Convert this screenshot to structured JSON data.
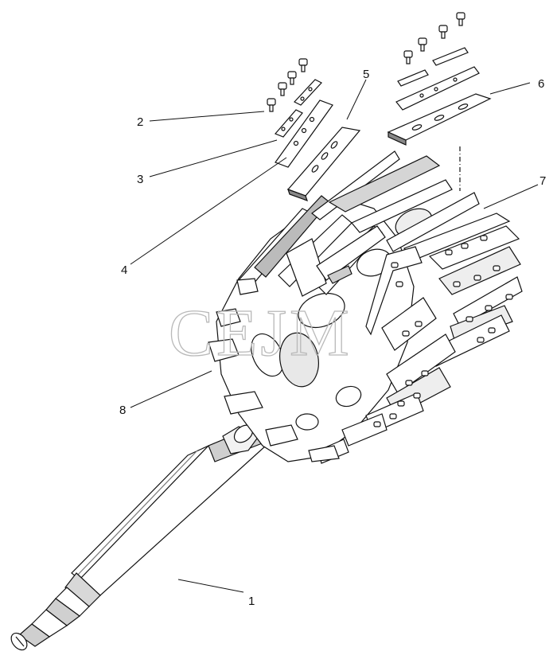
{
  "watermark": {
    "text": "CEJM"
  },
  "callouts": [
    {
      "id": "1",
      "label": "1"
    },
    {
      "id": "2",
      "label": "2"
    },
    {
      "id": "3",
      "label": "3"
    },
    {
      "id": "4",
      "label": "4"
    },
    {
      "id": "5",
      "label": "5"
    },
    {
      "id": "6",
      "label": "6"
    },
    {
      "id": "7",
      "label": "7"
    },
    {
      "id": "8",
      "label": "8"
    }
  ],
  "colors": {
    "line": "#111111",
    "shade": "#9a9a9a",
    "watermark": "#b9b9b9",
    "background": "#ffffff"
  }
}
